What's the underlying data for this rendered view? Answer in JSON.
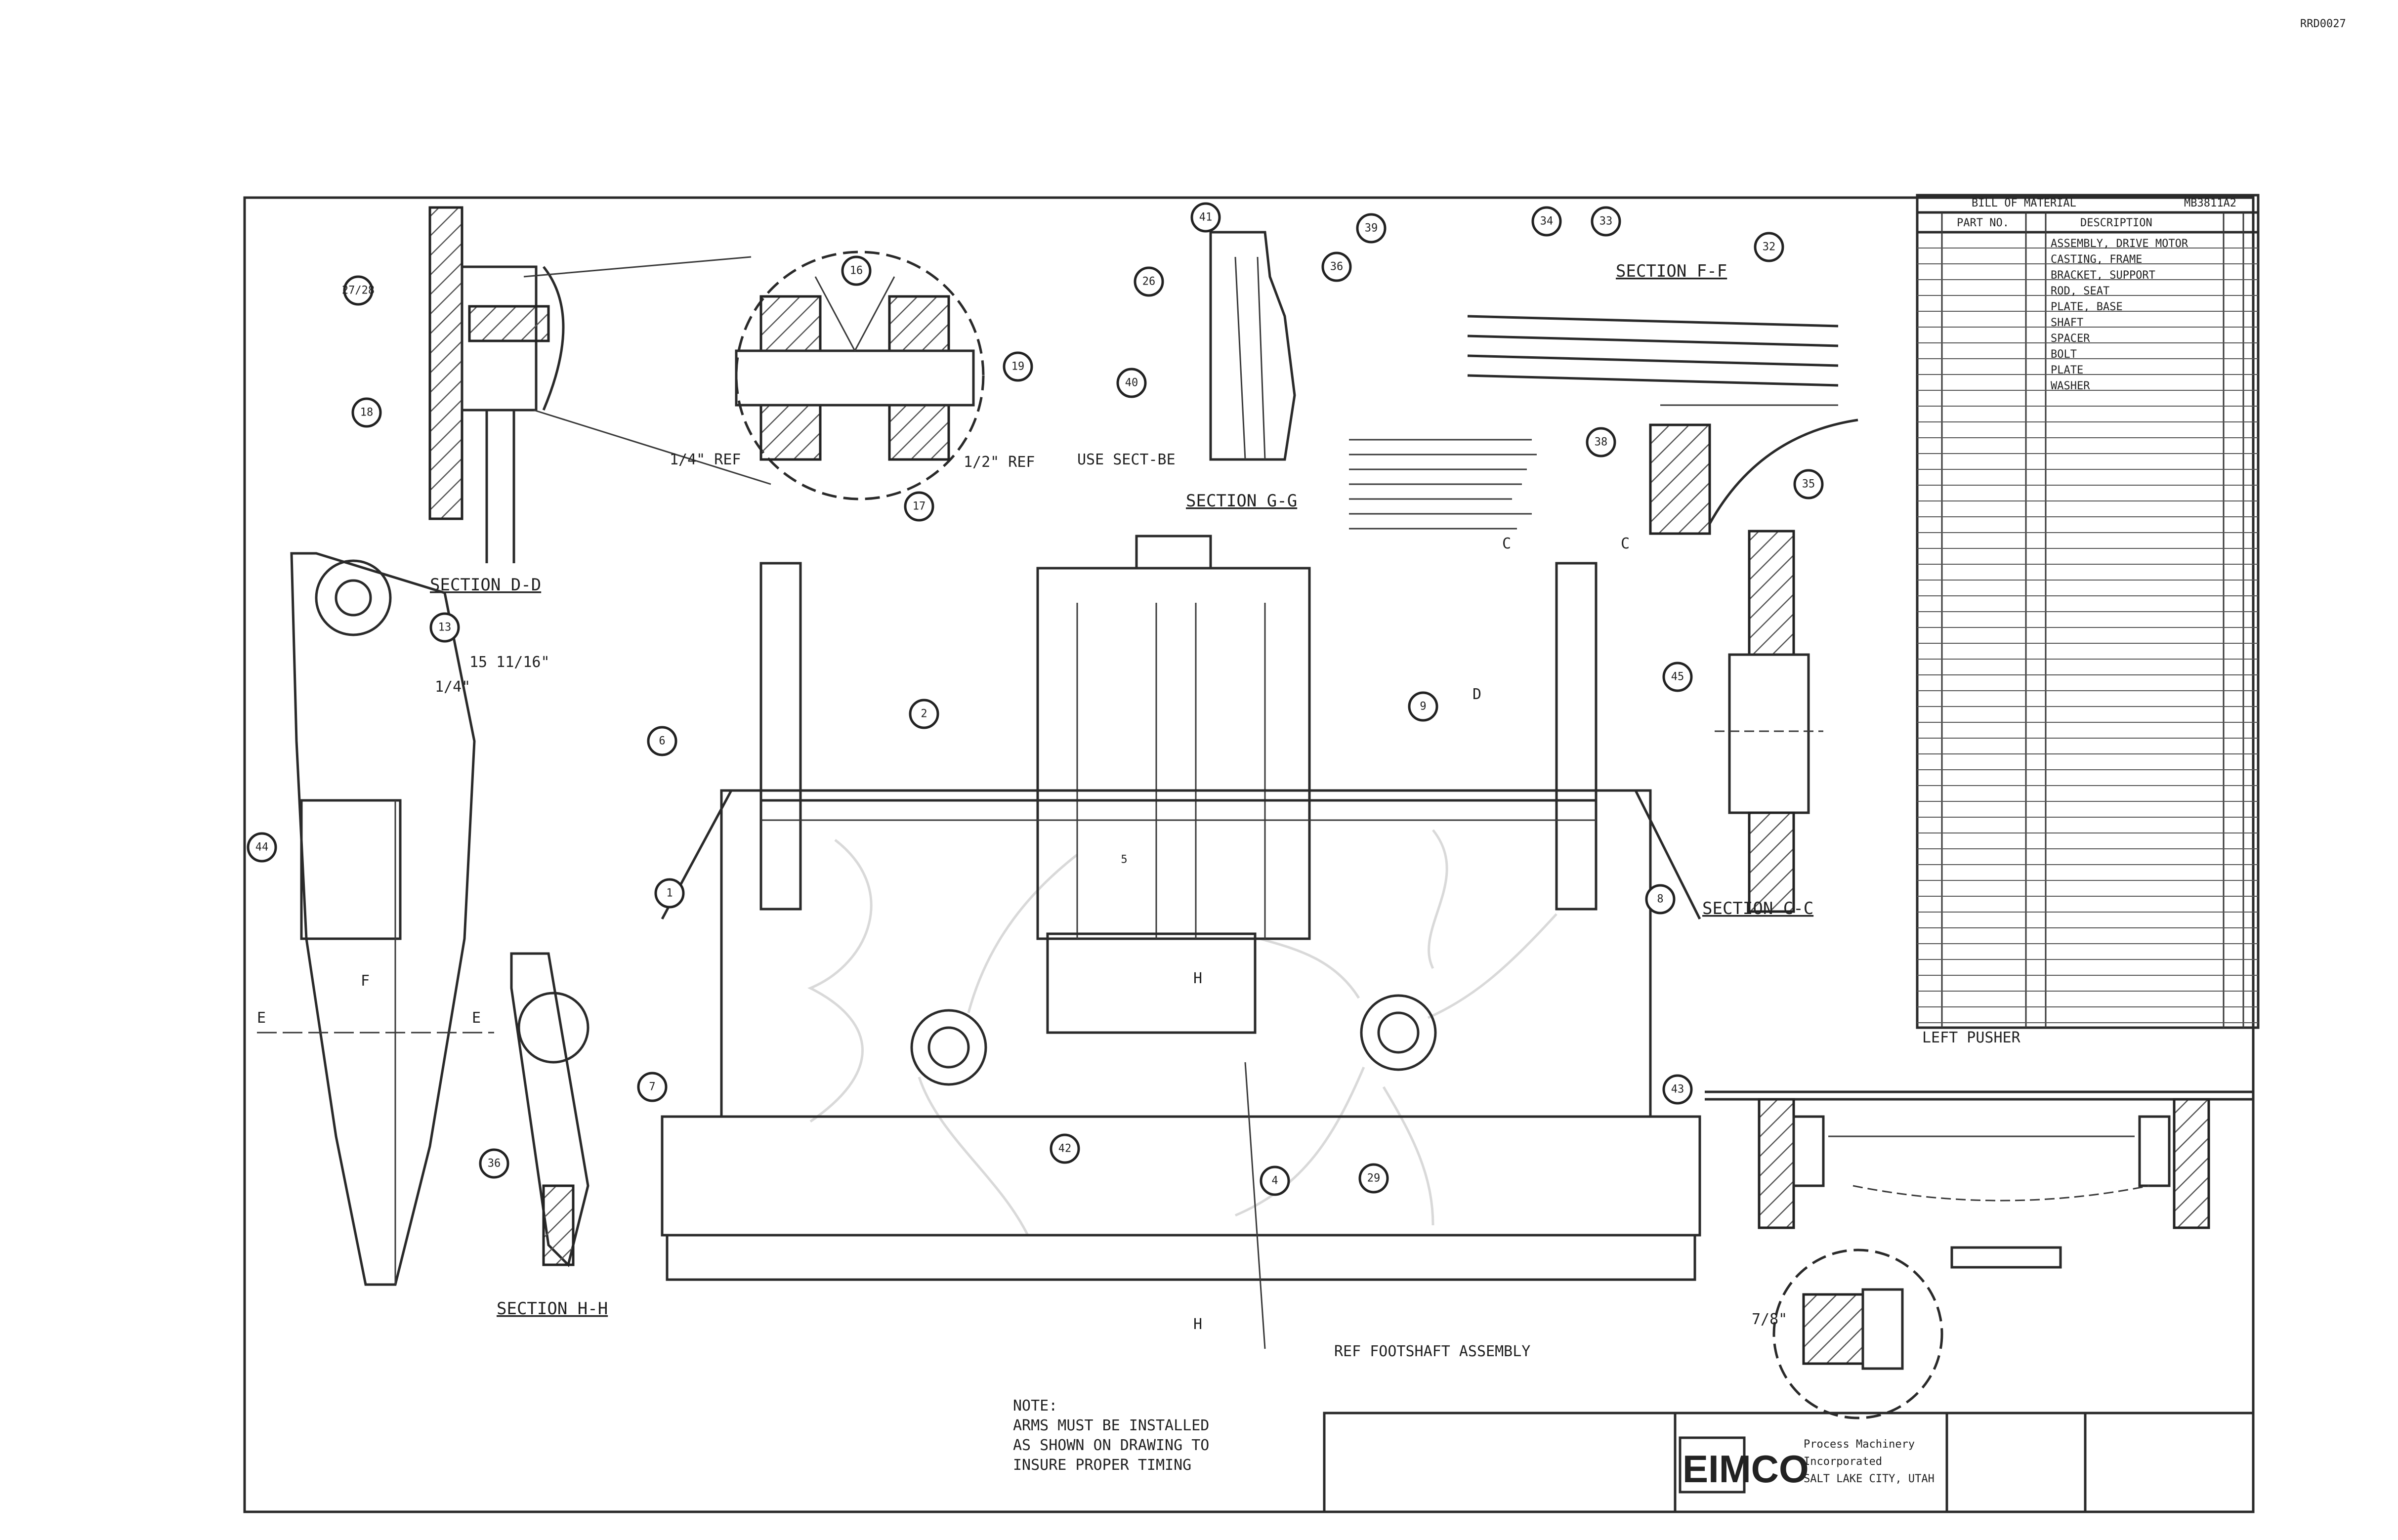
{
  "header": {
    "sheet_mark": "RRD0027"
  },
  "sections": {
    "d_d": "SECTION D-D",
    "g_g": "SECTION G-G",
    "f_f": "SECTION F-F",
    "c_c": "SECTION C-C",
    "h_h": "SECTION H-H"
  },
  "dimensions": {
    "d1": "1/4\" REF",
    "d2": "1/2\" REF",
    "d3": "1/4\"",
    "d4": "15 11/16\"",
    "d5": "USE SECT-BE",
    "d6": "7/8\""
  },
  "section_markers": {
    "c": "C",
    "d": "D",
    "e": "E",
    "f": "F",
    "h": "H"
  },
  "notes": {
    "main_title": "NOTE:",
    "main_lines": [
      "ARMS MUST BE INSTALLED",
      "AS SHOWN ON DRAWING TO",
      "INSURE PROPER TIMING"
    ],
    "ref": "REF FOOTSHAFT ASSEMBLY",
    "left_pusher": "LEFT PUSHER"
  },
  "bom": {
    "title": "BILL OF MATERIAL",
    "part_number": "MB3811A2",
    "col_part_no": "PART NO.",
    "col_desc": "DESCRIPTION",
    "descriptions": [
      "ASSEMBLY, DRIVE MOTOR",
      "CASTING, FRAME",
      "BRACKET, SUPPORT",
      "ROD, SEAT",
      "PLATE, BASE",
      "SHAFT",
      "SPACER",
      "BOLT",
      "PLATE",
      "WASHER"
    ]
  },
  "title_block": {
    "company": "EIMCO",
    "line1": "Process Machinery",
    "line2": "Incorporated",
    "line3": "SALT LAKE CITY, UTAH"
  },
  "balloons": {
    "b1": "27/28",
    "b2": "18",
    "b3": "16",
    "b4": "19",
    "b5": "17",
    "b6": "41",
    "b7": "26",
    "b8": "40",
    "b9": "39",
    "b10": "36",
    "b11": "34",
    "b12": "33",
    "b13": "32",
    "b14": "38",
    "b15": "35",
    "b16": "13",
    "b17": "45",
    "b18": "6",
    "b19": "9",
    "b20": "44",
    "b21": "1",
    "b22": "7",
    "b23": "8",
    "b24": "43",
    "b25": "2",
    "b26": "4",
    "b27": "42",
    "b28": "5",
    "b29": "36",
    "b30": "29"
  },
  "colors": {
    "ink": "#2a2a2a",
    "paper": "#ffffff",
    "hatch": "#555555"
  }
}
